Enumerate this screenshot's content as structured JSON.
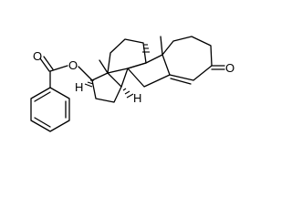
{
  "molecule": {
    "atom_labels": {
      "ketone_oxygen": "O",
      "ester_oxygen": "O",
      "carbonyl_oxygen": "O",
      "h_c17": "H",
      "h_c14": "H"
    },
    "methyl_groups": 2,
    "stereo_hydrogens_hashed": 2
  }
}
